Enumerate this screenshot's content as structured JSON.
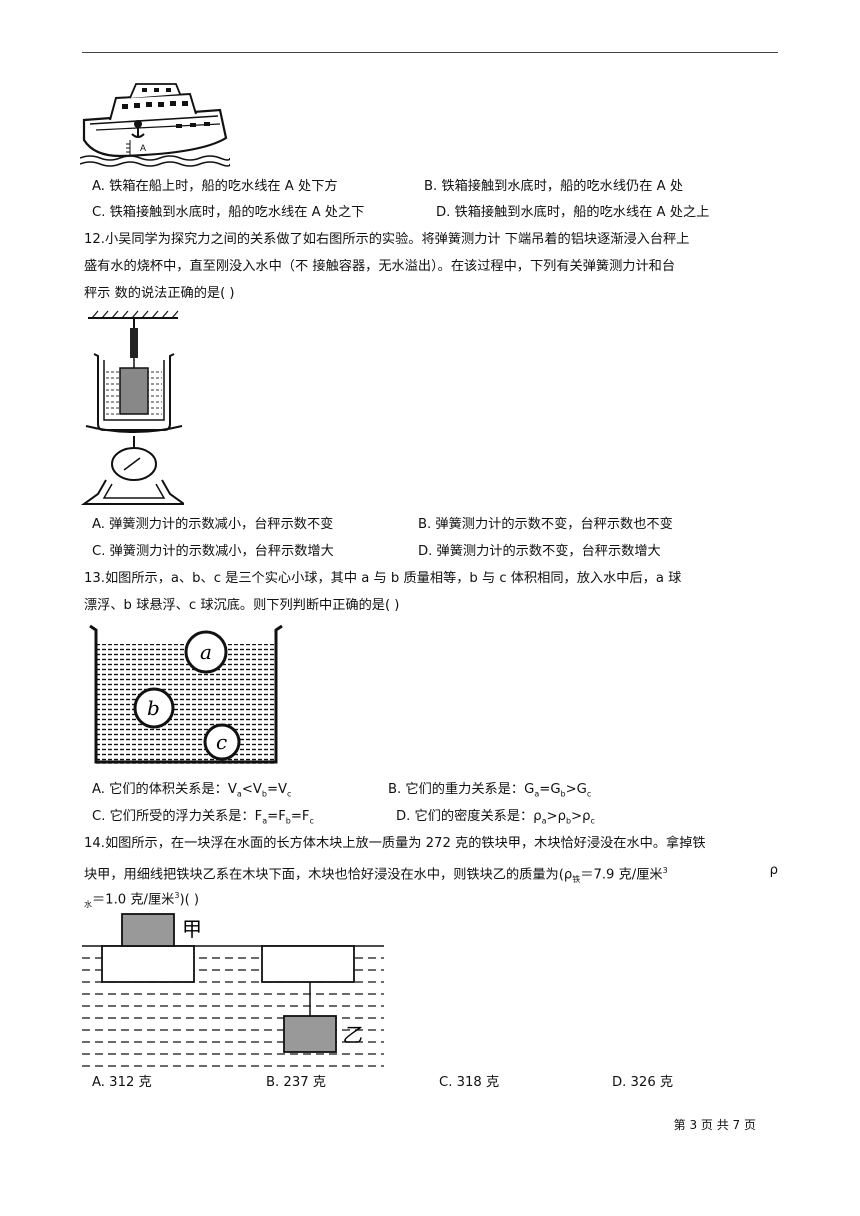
{
  "q11": {
    "options": [
      "A. 铁箱在船上时，船的吃水线在 A 处下方",
      "B. 铁箱接触到水底时，船的吃水线仍在 A 处",
      "C. 铁箱接触到水底时，船的吃水线在 A 处之下",
      "D. 铁箱接触到水底时，船的吃水线在 A 处之上"
    ],
    "figure_label": "A"
  },
  "q12": {
    "line1": "12.小吴同学为探究力之间的关系做了如右图所示的实验。将弹簧测力计  下端吊着的铝块逐渐浸入台秤上",
    "line2": "盛有水的烧杯中，直至刚没入水中（不  接触容器，无水溢出）。在该过程中，下列有关弹簧测力计和台",
    "line3": "秤示  数的说法正确的是(    )",
    "options": [
      "A. 弹簧测力计的示数减小，台秤示数不变",
      "B. 弹簧测力计的示数不变，台秤示数也不变",
      "C. 弹簧测力计的示数减小，台秤示数增大",
      "D. 弹簧测力计的示数不变，台秤示数增大"
    ]
  },
  "q13": {
    "line1": "13.如图所示，a、b、c 是三个实心小球，其中 a 与 b 质量相等，b 与 c 体积相同，放入水中后，a 球",
    "line2": "漂浮、b 球悬浮、c 球沉底。则下列判断中正确的是( )",
    "labels": [
      "a",
      "b",
      "c"
    ],
    "optA_text": "A. 它们的体积关系是：",
    "optB_text": "B. 它们的重力关系是：",
    "optC_text": "C. 它们所受的浮力关系是：",
    "optD_text": "D. 它们的密度关系是："
  },
  "q14": {
    "line1": "14.如图所示，在一块浮在水面的长方体木块上放一质量为 272 克的铁块甲，木块恰好浸没在水中。拿掉铁",
    "line2": "块甲，用细线把铁块乙系在木块下面，木块也恰好浸没在水中，则铁块乙的质量为(ρ",
    "rho_iron_sub": "铁",
    "rho_iron_val": "＝7.9 克/厘米",
    "rho": "ρ",
    "rho_water_sub": "水",
    "rho_water_val": "＝1.0 克/厘米",
    "tail": ")(    )",
    "label_jia": "甲",
    "label_yi": "乙",
    "options": [
      "A. 312 克",
      "B. 237 克",
      "C. 318 克",
      "D. 326 克"
    ]
  },
  "footer": "第 3 页 共 7 页"
}
